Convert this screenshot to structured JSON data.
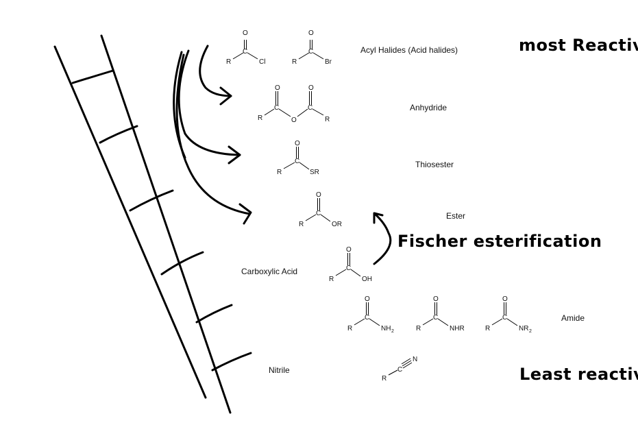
{
  "classes": [
    {
      "key": "acyl",
      "label": "Acyl Halides (Acid halides)"
    },
    {
      "key": "anhydride",
      "label": "Anhydride"
    },
    {
      "key": "thioester",
      "label": "Thiosester"
    },
    {
      "key": "ester",
      "label": "Ester"
    },
    {
      "key": "acid",
      "label": "Carboxylic Acid"
    },
    {
      "key": "amide",
      "label": "Amide"
    },
    {
      "key": "nitrile",
      "label": "Nitrile"
    }
  ],
  "annotations": {
    "top": "most Reactive",
    "bottom": "Least reactive",
    "fischer": "Fischer esterification"
  },
  "structure_text": {
    "O": "O",
    "R": "R",
    "C": "C",
    "Cl": "Cl",
    "Br": "Br",
    "SR": "SR",
    "OR": "OR",
    "OH": "OH",
    "NH2": "NH",
    "NHR": "NHR",
    "NR2": "NR",
    "sub2": "2",
    "N": "N"
  }
}
